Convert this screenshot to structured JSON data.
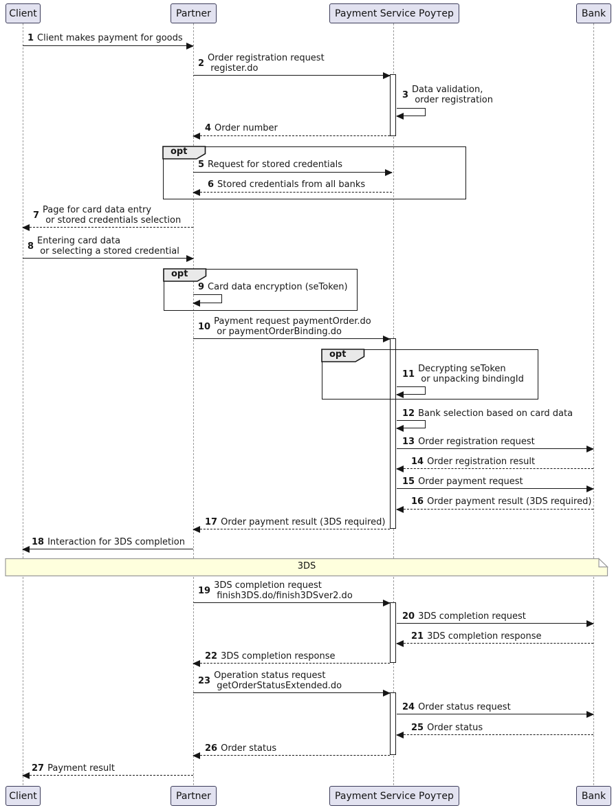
{
  "diagram_type": "uml-sequence-diagram",
  "participants": [
    {
      "name": "Client"
    },
    {
      "name": "Partner"
    },
    {
      "name": "Payment Service Роутер"
    },
    {
      "name": "Bank"
    }
  ],
  "fragments": [
    {
      "type": "opt",
      "label": "opt"
    },
    {
      "type": "opt",
      "label": "opt"
    },
    {
      "type": "opt",
      "label": "opt"
    }
  ],
  "divider": {
    "label": "3DS"
  },
  "messages": [
    {
      "num": "1",
      "text": "Client makes payment for goods",
      "from": "Client",
      "to": "Partner",
      "line": "solid"
    },
    {
      "num": "2",
      "text": "Order registration request\n register.do",
      "from": "Partner",
      "to": "Payment Service Роутер",
      "line": "solid"
    },
    {
      "num": "3",
      "text": "Data validation,\n order registration",
      "from": "Payment Service Роутер",
      "to": "Payment Service Роутер",
      "line": "solid"
    },
    {
      "num": "4",
      "text": "Order number",
      "from": "Payment Service Роутер",
      "to": "Partner",
      "line": "dashed"
    },
    {
      "num": "5",
      "text": "Request for stored credentials",
      "from": "Partner",
      "to": "Payment Service Роутер",
      "line": "solid"
    },
    {
      "num": "6",
      "text": "Stored credentials from all banks",
      "from": "Payment Service Роутер",
      "to": "Partner",
      "line": "dashed"
    },
    {
      "num": "7",
      "text": "Page for card data entry\n or stored credentials selection",
      "from": "Partner",
      "to": "Client",
      "line": "dashed"
    },
    {
      "num": "8",
      "text": "Entering card data\n or selecting a stored credential",
      "from": "Client",
      "to": "Partner",
      "line": "solid"
    },
    {
      "num": "9",
      "text": "Card data encryption (seToken)",
      "from": "Partner",
      "to": "Partner",
      "line": "solid"
    },
    {
      "num": "10",
      "text": "Payment request paymentOrder.do\n or paymentOrderBinding.do",
      "from": "Partner",
      "to": "Payment Service Роутер",
      "line": "solid"
    },
    {
      "num": "11",
      "text": "Decrypting seToken\n or unpacking bindingId",
      "from": "Payment Service Роутер",
      "to": "Payment Service Роутер",
      "line": "solid"
    },
    {
      "num": "12",
      "text": "Bank selection based on card data",
      "from": "Payment Service Роутер",
      "to": "Payment Service Роутер",
      "line": "solid"
    },
    {
      "num": "13",
      "text": "Order registration request",
      "from": "Payment Service Роутер",
      "to": "Bank",
      "line": "solid"
    },
    {
      "num": "14",
      "text": "Order registration result",
      "from": "Bank",
      "to": "Payment Service Роутер",
      "line": "dashed"
    },
    {
      "num": "15",
      "text": "Order payment request",
      "from": "Payment Service Роутер",
      "to": "Bank",
      "line": "solid"
    },
    {
      "num": "16",
      "text": "Order payment result (3DS required)",
      "from": "Bank",
      "to": "Payment Service Роутер",
      "line": "dashed"
    },
    {
      "num": "17",
      "text": "Order payment result (3DS required)",
      "from": "Payment Service Роутер",
      "to": "Partner",
      "line": "dashed"
    },
    {
      "num": "18",
      "text": "Interaction for 3DS completion",
      "from": "Partner",
      "to": "Client",
      "line": "solid"
    },
    {
      "num": "19",
      "text": "3DS completion request\n finish3DS.do/finish3DSver2.do",
      "from": "Partner",
      "to": "Payment Service Роутер",
      "line": "solid"
    },
    {
      "num": "20",
      "text": "3DS completion request",
      "from": "Payment Service Роутер",
      "to": "Bank",
      "line": "solid"
    },
    {
      "num": "21",
      "text": "3DS completion response",
      "from": "Bank",
      "to": "Payment Service Роутер",
      "line": "dashed"
    },
    {
      "num": "22",
      "text": "3DS completion response",
      "from": "Payment Service Роутер",
      "to": "Partner",
      "line": "dashed"
    },
    {
      "num": "23",
      "text": "Operation status request\n getOrderStatusExtended.do",
      "from": "Partner",
      "to": "Payment Service Роутер",
      "line": "solid"
    },
    {
      "num": "24",
      "text": "Order status request",
      "from": "Payment Service Роутер",
      "to": "Bank",
      "line": "solid"
    },
    {
      "num": "25",
      "text": "Order status",
      "from": "Bank",
      "to": "Payment Service Роутер",
      "line": "dashed"
    },
    {
      "num": "26",
      "text": "Order status",
      "from": "Payment Service Роутер",
      "to": "Partner",
      "line": "dashed"
    },
    {
      "num": "27",
      "text": "Payment result",
      "from": "Partner",
      "to": "Client",
      "line": "dashed"
    }
  ],
  "colors": {
    "participant_fill": "#E2E2F0",
    "participant_border": "#3B3B59",
    "note_fill": "#FEFFDD",
    "note_border": "#999999",
    "fragment_header_fill": "#E9E9E9",
    "line_color": "#161616",
    "lifeline_color": "#9A9A9A"
  }
}
